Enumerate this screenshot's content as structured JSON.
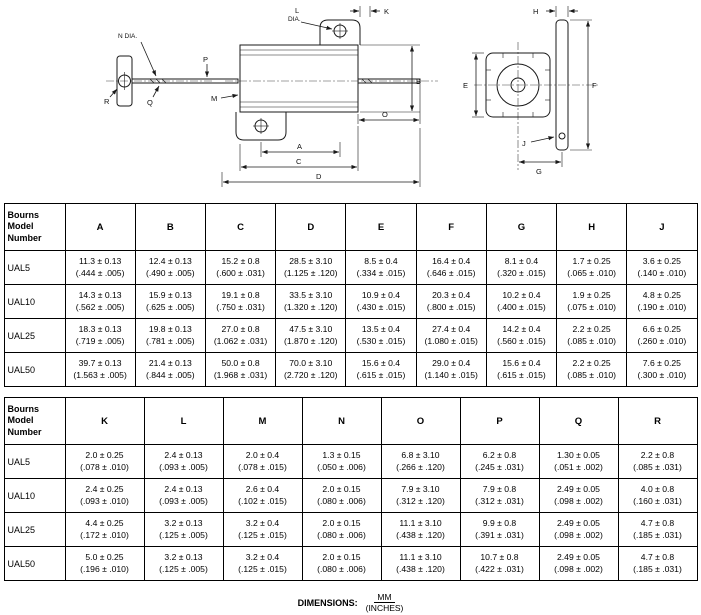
{
  "drawing": {
    "labels": {
      "n_dia": "N DIA.",
      "p": "P",
      "q": "Q",
      "r": "R",
      "l": "L",
      "dia": "DIA.",
      "k": "K",
      "m": "M",
      "b": "B",
      "o": "O",
      "d": "D",
      "a": "A",
      "c": "C",
      "h": "H",
      "e": "E",
      "f": "F",
      "g": "G",
      "j": "J"
    }
  },
  "table1": {
    "header": [
      "Bourns\nModel\nNumber",
      "A",
      "B",
      "C",
      "D",
      "E",
      "F",
      "G",
      "H",
      "J"
    ],
    "rows": [
      {
        "model": "UAL5",
        "values": [
          [
            "11.3 ± 0.13",
            "(.444 ± .005)"
          ],
          [
            "12.4 ± 0.13",
            "(.490 ± .005)"
          ],
          [
            "15.2 ± 0.8",
            "(.600 ± .031)"
          ],
          [
            "28.5 ± 3.10",
            "(1.125 ± .120)"
          ],
          [
            "8.5 ± 0.4",
            "(.334 ± .015)"
          ],
          [
            "16.4 ± 0.4",
            "(.646 ± .015)"
          ],
          [
            "8.1 ± 0.4",
            "(.320 ± .015)"
          ],
          [
            "1.7 ± 0.25",
            "(.065 ± .010)"
          ],
          [
            "3.6 ± 0.25",
            "(.140 ± .010)"
          ]
        ]
      },
      {
        "model": "UAL10",
        "values": [
          [
            "14.3 ± 0.13",
            "(.562 ± .005)"
          ],
          [
            "15.9 ± 0.13",
            "(.625 ± .005)"
          ],
          [
            "19.1 ± 0.8",
            "(.750 ± .031)"
          ],
          [
            "33.5 ± 3.10",
            "(1.320 ± .120)"
          ],
          [
            "10.9 ± 0.4",
            "(.430 ± .015)"
          ],
          [
            "20.3 ± 0.4",
            "(.800 ± .015)"
          ],
          [
            "10.2 ± 0.4",
            "(.400 ± .015)"
          ],
          [
            "1.9 ± 0.25",
            "(.075 ± .010)"
          ],
          [
            "4.8 ± 0.25",
            "(.190 ± .010)"
          ]
        ]
      },
      {
        "model": "UAL25",
        "values": [
          [
            "18.3 ± 0.13",
            "(.719 ± .005)"
          ],
          [
            "19.8 ± 0.13",
            "(.781 ± .005)"
          ],
          [
            "27.0 ± 0.8",
            "(1.062 ± .031)"
          ],
          [
            "47.5 ± 3.10",
            "(1.870 ± .120)"
          ],
          [
            "13.5 ± 0.4",
            "(.530 ± .015)"
          ],
          [
            "27.4 ± 0.4",
            "(1.080 ± .015)"
          ],
          [
            "14.2 ± 0.4",
            "(.560 ± .015)"
          ],
          [
            "2.2 ± 0.25",
            "(.085 ± .010)"
          ],
          [
            "6.6 ± 0.25",
            "(.260 ± .010)"
          ]
        ]
      },
      {
        "model": "UAL50",
        "values": [
          [
            "39.7 ± 0.13",
            "(1.563 ± .005)"
          ],
          [
            "21.4 ± 0.13",
            "(.844 ± .005)"
          ],
          [
            "50.0 ± 0.8",
            "(1.968 ± .031)"
          ],
          [
            "70.0 ± 3.10",
            "(2.720 ± .120)"
          ],
          [
            "15.6 ± 0.4",
            "(.615 ± .015)"
          ],
          [
            "29.0 ± 0.4",
            "(1.140 ± .015)"
          ],
          [
            "15.6 ± 0.4",
            "(.615 ± .015)"
          ],
          [
            "2.2 ± 0.25",
            "(.085 ± .010)"
          ],
          [
            "7.6 ± 0.25",
            "(.300 ± .010)"
          ]
        ]
      }
    ]
  },
  "table2": {
    "header": [
      "Bourns\nModel\nNumber",
      "K",
      "L",
      "M",
      "N",
      "O",
      "P",
      "Q",
      "R"
    ],
    "rows": [
      {
        "model": "UAL5",
        "values": [
          [
            "2.0 ± 0.25",
            "(.078 ± .010)"
          ],
          [
            "2.4 ± 0.13",
            "(.093 ± .005)"
          ],
          [
            "2.0 ± 0.4",
            "(.078 ± .015)"
          ],
          [
            "1.3 ± 0.15",
            "(.050 ± .006)"
          ],
          [
            "6.8 ± 3.10",
            "(.266 ± .120)"
          ],
          [
            "6.2 ± 0.8",
            "(.245 ± .031)"
          ],
          [
            "1.30 ± 0.05",
            "(.051 ± .002)"
          ],
          [
            "2.2 ± 0.8",
            "(.085 ± .031)"
          ]
        ]
      },
      {
        "model": "UAL10",
        "values": [
          [
            "2.4 ± 0.25",
            "(.093 ± .010)"
          ],
          [
            "2.4 ± 0.13",
            "(.093 ± .005)"
          ],
          [
            "2.6 ± 0.4",
            "(.102 ± .015)"
          ],
          [
            "2.0 ± 0.15",
            "(.080 ± .006)"
          ],
          [
            "7.9 ± 3.10",
            "(.312 ± .120)"
          ],
          [
            "7.9 ± 0.8",
            "(.312 ± .031)"
          ],
          [
            "2.49 ± 0.05",
            "(.098 ± .002)"
          ],
          [
            "4.0 ± 0.8",
            "(.160 ± .031)"
          ]
        ]
      },
      {
        "model": "UAL25",
        "values": [
          [
            "4.4 ± 0.25",
            "(.172 ± .010)"
          ],
          [
            "3.2 ± 0.13",
            "(.125 ± .005)"
          ],
          [
            "3.2 ± 0.4",
            "(.125 ± .015)"
          ],
          [
            "2.0 ± 0.15",
            "(.080 ± .006)"
          ],
          [
            "11.1 ± 3.10",
            "(.438 ± .120)"
          ],
          [
            "9.9 ± 0.8",
            "(.391 ± .031)"
          ],
          [
            "2.49 ± 0.05",
            "(.098 ± .002)"
          ],
          [
            "4.7 ± 0.8",
            "(.185 ± .031)"
          ]
        ]
      },
      {
        "model": "UAL50",
        "values": [
          [
            "5.0 ± 0.25",
            "(.196 ± .010)"
          ],
          [
            "3.2 ± 0.13",
            "(.125 ± .005)"
          ],
          [
            "3.2 ± 0.4",
            "(.125 ± .015)"
          ],
          [
            "2.0 ± 0.15",
            "(.080 ± .006)"
          ],
          [
            "11.1 ± 3.10",
            "(.438 ± .120)"
          ],
          [
            "10.7 ± 0.8",
            "(.422 ± .031)"
          ],
          [
            "2.49 ± 0.05",
            "(.098 ± .002)"
          ],
          [
            "4.7 ± 0.8",
            "(.185 ± .031)"
          ]
        ]
      }
    ]
  },
  "footer": {
    "label": "DIMENSIONS:",
    "numerator": "MM",
    "denominator": "(INCHES)"
  }
}
